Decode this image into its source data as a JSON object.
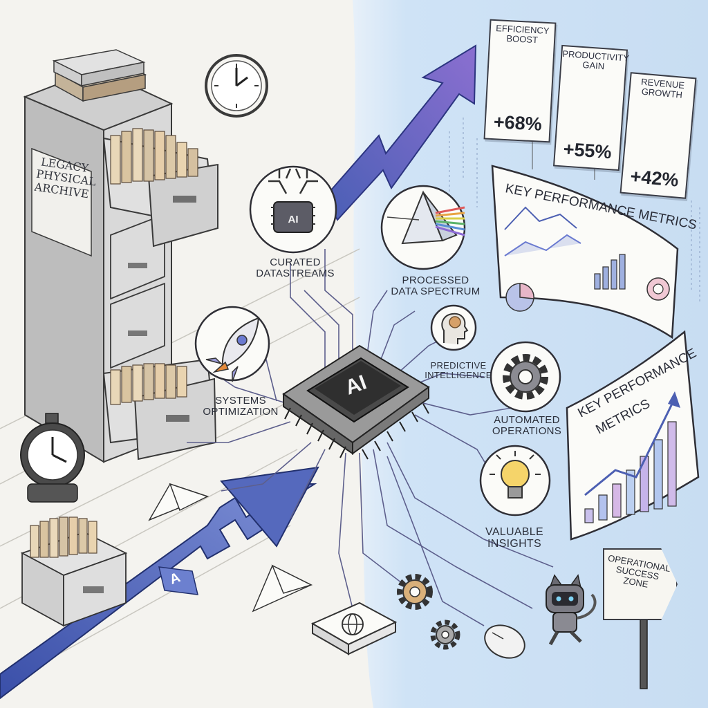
{
  "archive_label": [
    "LEGACY",
    "PHYSICAL",
    "ARCHIVE"
  ],
  "chip_label": "AI",
  "small_chip_label": "AI",
  "arrow_badge": "A",
  "node_labels": {
    "curated": [
      "CURATED",
      "DATASTREAMS"
    ],
    "processed": [
      "PROCESSED",
      "DATA SPECTRUM"
    ],
    "predictive": [
      "PREDICTIVE",
      "INTELLIGENCE"
    ],
    "systems": [
      "SYSTEMS",
      "OPTIMIZATION"
    ],
    "automated": [
      "AUTOMATED",
      "OPERATIONS"
    ],
    "insights": [
      "VALUABLE",
      "INSIGHTS"
    ]
  },
  "metric_cards": [
    {
      "title": [
        "EFFICIENCY",
        "BOOST"
      ],
      "value": "+68%"
    },
    {
      "title": [
        "PRODUCTIVITY",
        "GAIN"
      ],
      "value": "+55%"
    },
    {
      "title": [
        "REVENUE",
        "GROWTH"
      ],
      "value": "+42%"
    }
  ],
  "kpi_title": "KEY PERFORMANCE METRICS",
  "kpi_title_2": [
    "KEY PERFORMANCE",
    "METRICS"
  ],
  "sign_text": [
    "OPERATIONAL",
    "SUCCESS ZONE"
  ],
  "icons": [
    "clock-icon",
    "stopwatch-icon",
    "rocket-icon",
    "prism-icon",
    "brain-head-icon",
    "gear-icon",
    "lightbulb-icon",
    "globe-icon",
    "mouse-icon",
    "robot-cat-icon",
    "paper-plane-icon",
    "trend-arrow-icon",
    "filing-cabinet-icon"
  ],
  "colors": {
    "accent_blue": "#4c5fb2",
    "sky": "#cfe3f6",
    "ink": "#2b2f3a",
    "paper": "#f4f3ef"
  }
}
